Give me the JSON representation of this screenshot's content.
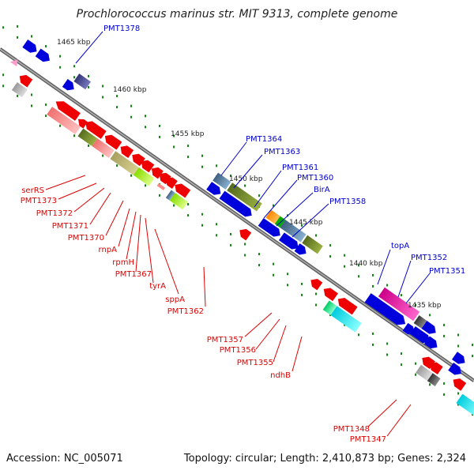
{
  "title": "Prochlorococcus marinus str. MIT 9313, complete genome",
  "footer": {
    "accession": "Accession: NC_005071",
    "summary": "Topology: circular; Length: 2,410,873 bp; Genes: 2,324"
  },
  "scale_labels": [
    "1465 kbp",
    "1460 kbp",
    "1455 kbp",
    "1450 kbp",
    "1445 kbp",
    "1440 kbp",
    "1435 kbp"
  ],
  "gene_labels_blue": [
    "PMT1378",
    "PMT1364",
    "PMT1363",
    "PMT1361",
    "PMT1360",
    "BirA",
    "PMT1358",
    "topA",
    "PMT1352",
    "PMT1351"
  ],
  "gene_labels_red": [
    "serRS",
    "PMT1373",
    "PMT1372",
    "PMT1371",
    "PMT1370",
    "rnpA",
    "rpmH",
    "PMT1367",
    "tyrA",
    "sppA",
    "PMT1362",
    "PMT1357",
    "PMT1356",
    "PMT1355",
    "ndhB",
    "PMT1348",
    "PMT1347"
  ],
  "colors": {
    "forward": "#0000dd",
    "reverse": "#ee0000",
    "backbone": "#777777",
    "ticks": "#008800"
  }
}
